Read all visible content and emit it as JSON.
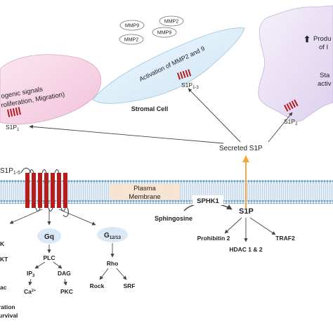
{
  "cells": {
    "left": {
      "text_line1": "ogenic signals",
      "text_line2": "roliferation, Migration)",
      "receptor_main": "S1P",
      "receptor_sub": "1"
    },
    "stromal": {
      "mmp_labels": [
        "MMP9",
        "MMP2",
        "MMP9",
        "MMP2"
      ],
      "activation_text": "Activation of MMP2 and 9",
      "receptor_main": "S1P",
      "receptor_sub": "1-3",
      "cell_label": "Stromal Cell"
    },
    "right": {
      "arrow_symbol": "⬆",
      "text_line1": "Produ",
      "text_line2": "of I",
      "sta_line1": "Sta",
      "sta_line2": "activ",
      "receptor_main": "S1P",
      "receptor_sub": "2"
    }
  },
  "membrane": {
    "receptor_main": "S1P",
    "receptor_sub": "1-5",
    "label_line1": "Plasma",
    "label_line2": "Membrane",
    "secreted": "Secreted S1P"
  },
  "synthesis": {
    "enzyme": "SPHK1",
    "substrate": "Sphingosine",
    "product": "S1P",
    "targets": [
      "Prohibitin 2",
      "HDAC 1 & 2",
      "TRAF2"
    ]
  },
  "pathways": {
    "gq": {
      "label": "Gq",
      "effector": "PLC",
      "second_messengers": [
        "IP",
        "DAG"
      ],
      "ip_sub": "3",
      "outputs": [
        "Ca",
        "PKC"
      ],
      "ca_sup": "2+"
    },
    "g1213": {
      "label_main": "G",
      "label_sub": "12/13",
      "effector": "Rho",
      "outputs": [
        "Rock",
        "SRF"
      ]
    },
    "left_partial": [
      "K",
      "KT",
      "ac",
      "ration",
      "urvival"
    ]
  },
  "colors": {
    "receptor": "#b51d1d",
    "membrane_head": "#6a9fc4",
    "membrane_tail": "#c9dcec",
    "left_cell": "#f6d3e4",
    "stromal_cell": "#d9ecf8",
    "right_cell": "#e9dff3",
    "g_oval": "#dbe9f6",
    "s1p_arrow": "#f2a93b"
  }
}
